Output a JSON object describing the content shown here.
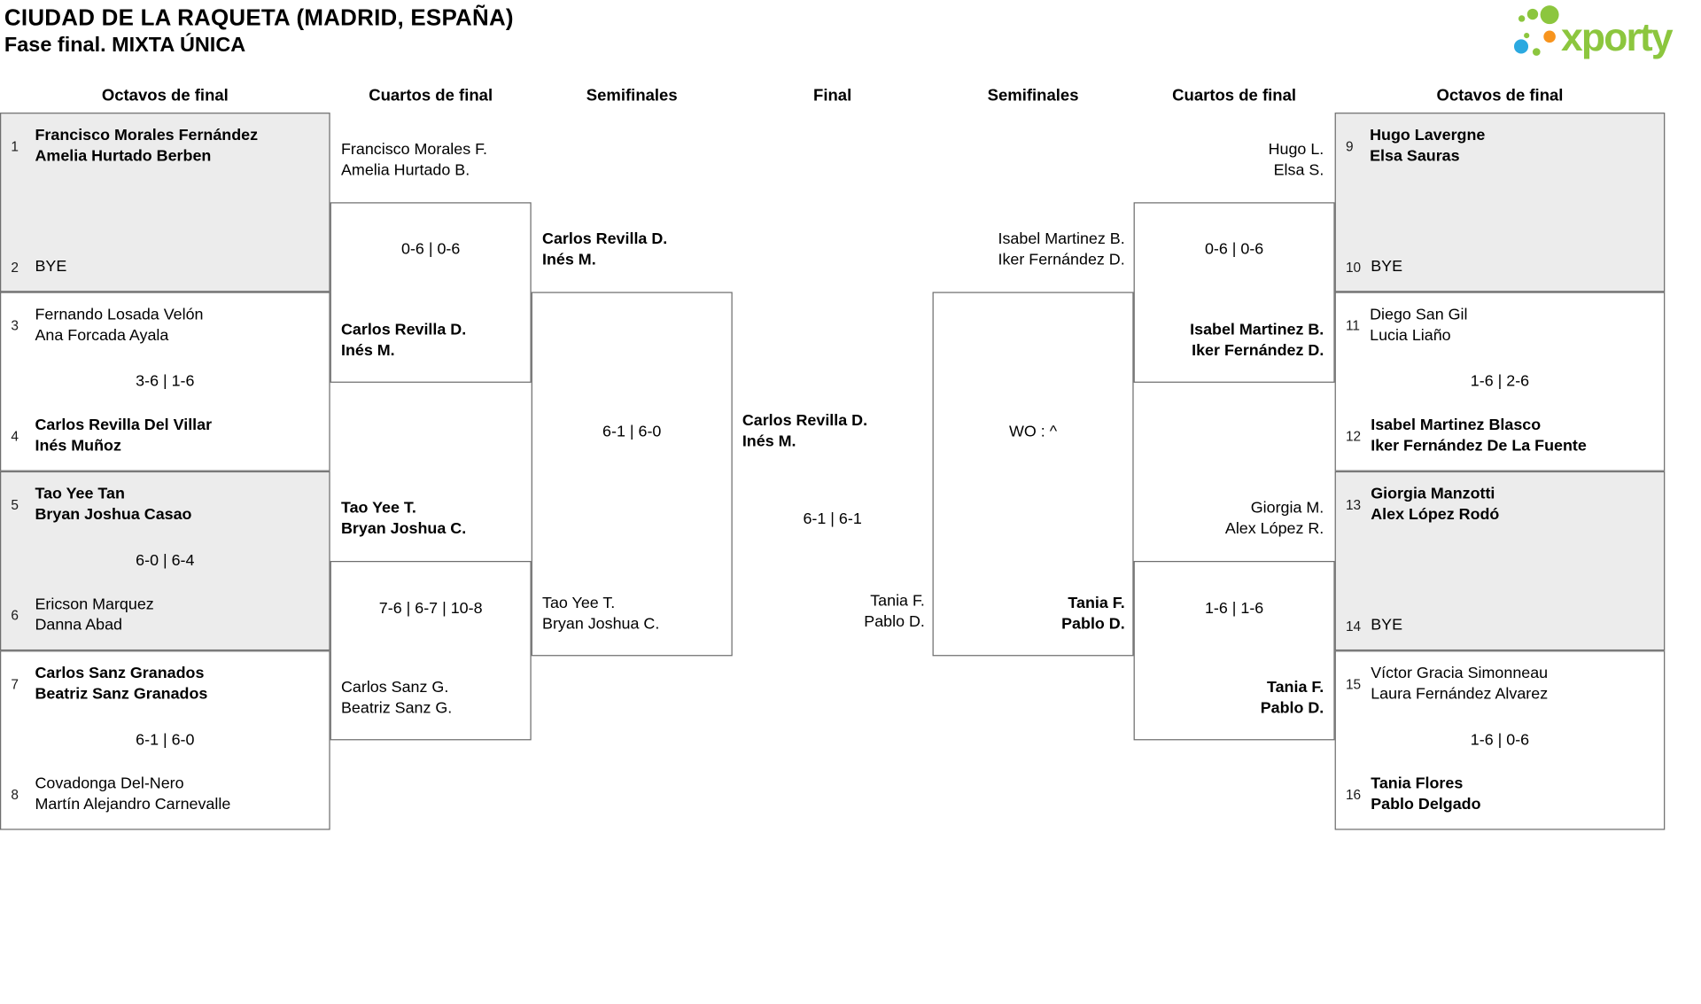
{
  "title": "CIUDAD DE LA RAQUETA (MADRID, ESPAÑA)",
  "subtitle": "Fase final. MIXTA ÚNICA",
  "logo": {
    "text": "xporty"
  },
  "colors": {
    "brand_green": "#8CC63E",
    "brand_blue": "#2BA9E0",
    "brand_orange": "#F7941E",
    "box_shade": "#ECECEC"
  },
  "round_headers": [
    "Octavos de final",
    "Cuartos de final",
    "Semifinales",
    "Final",
    "Semifinales",
    "Cuartos de final",
    "Octavos de final"
  ],
  "left_r16": [
    {
      "seed_top": "1",
      "top": [
        "Francisco Morales Fernández",
        "Amelia Hurtado Berben"
      ],
      "seed_bottom": "2",
      "bottom": [
        "BYE"
      ]
    },
    {
      "seed_top": "3",
      "top": [
        "Fernando Losada Velón",
        "Ana Forcada Ayala"
      ],
      "score": "3-6 | 1-6",
      "seed_bottom": "4",
      "bottom": [
        "Carlos Revilla Del Villar",
        "Inés Muñoz"
      ]
    },
    {
      "seed_top": "5",
      "top": [
        "Tao Yee Tan",
        "Bryan Joshua Casao"
      ],
      "score": "6-0 | 6-4",
      "seed_bottom": "6",
      "bottom": [
        "Ericson Marquez",
        "Danna Abad"
      ]
    },
    {
      "seed_top": "7",
      "top": [
        "Carlos Sanz Granados",
        "Beatriz Sanz Granados"
      ],
      "score": "6-1 | 6-0",
      "seed_bottom": "8",
      "bottom": [
        "Covadonga Del-Nero",
        "Martín Alejandro Carnevalle"
      ]
    }
  ],
  "left_qf": [
    {
      "top": [
        "Francisco Morales F.",
        "Amelia Hurtado B."
      ],
      "score": "0-6 | 0-6",
      "bottom": [
        "Carlos Revilla D.",
        "Inés M."
      ]
    },
    {
      "top": [
        "Tao Yee T.",
        "Bryan Joshua C."
      ],
      "score": "7-6 | 6-7 | 10-8",
      "bottom": [
        "Carlos Sanz G.",
        "Beatriz Sanz G."
      ]
    }
  ],
  "left_sf": {
    "top": [
      "Carlos Revilla D.",
      "Inés M."
    ],
    "score": "6-1 | 6-0",
    "bottom": [
      "Tao Yee T.",
      "Bryan Joshua C."
    ]
  },
  "final": {
    "top": [
      "Carlos Revilla D.",
      "Inés M."
    ],
    "score": "6-1 | 6-1",
    "bottom": [
      "Tania F.",
      "Pablo D."
    ]
  },
  "right_sf": {
    "top": [
      "Isabel Martinez B.",
      "Iker Fernández D."
    ],
    "score": "WO : ^",
    "bottom": [
      "Tania F.",
      "Pablo D."
    ]
  },
  "right_qf": [
    {
      "top": [
        "Hugo L.",
        "Elsa S."
      ],
      "score": "0-6 | 0-6",
      "bottom": [
        "Isabel Martinez B.",
        "Iker Fernández D."
      ]
    },
    {
      "top": [
        "Giorgia M.",
        "Alex López R."
      ],
      "score": "1-6 | 1-6",
      "bottom": [
        "Tania F.",
        "Pablo D."
      ]
    }
  ],
  "right_r16": [
    {
      "seed_top": "9",
      "top": [
        "Hugo Lavergne",
        "Elsa Sauras"
      ],
      "seed_bottom": "10",
      "bottom": [
        "BYE"
      ]
    },
    {
      "seed_top": "11",
      "top": [
        "Diego San Gil",
        "Lucia Liaño"
      ],
      "score": "1-6 | 2-6",
      "seed_bottom": "12",
      "bottom": [
        "Isabel Martinez Blasco",
        "Iker Fernández De La Fuente"
      ]
    },
    {
      "seed_top": "13",
      "top": [
        "Giorgia Manzotti",
        "Alex López Rodó"
      ],
      "seed_bottom": "14",
      "bottom": [
        "BYE"
      ]
    },
    {
      "seed_top": "15",
      "top": [
        "Víctor Gracia Simonneau",
        "Laura Fernández Alvarez"
      ],
      "score": "1-6 | 0-6",
      "seed_bottom": "16",
      "bottom": [
        "Tania Flores",
        "Pablo Delgado"
      ]
    }
  ]
}
